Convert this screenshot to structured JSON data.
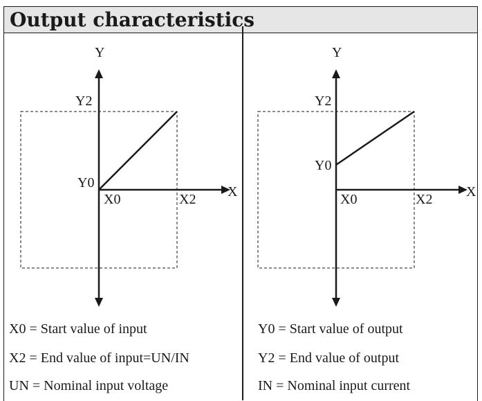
{
  "header": {
    "title": "Output characteristics"
  },
  "left": {
    "axis_y": "Y",
    "axis_x": "X",
    "label_y2": "Y2",
    "label_y0": "Y0",
    "label_x0": "X0",
    "label_x2": "X2",
    "legend": [
      "X0 = Start value of input",
      "X2 = End value of input=UN/IN",
      "UN = Nominal input voltage"
    ]
  },
  "right": {
    "axis_y": "Y",
    "axis_x": "X",
    "label_y2": "Y2",
    "label_y0": "Y0",
    "label_x0": "X0",
    "label_x2": "X2",
    "legend": [
      "Y0 = Start value of output",
      "Y2 = End value of output",
      "IN = Nominal input current"
    ]
  },
  "colors": {
    "ink": "#1a1a1a",
    "header_bg": "#e6e6e6"
  }
}
